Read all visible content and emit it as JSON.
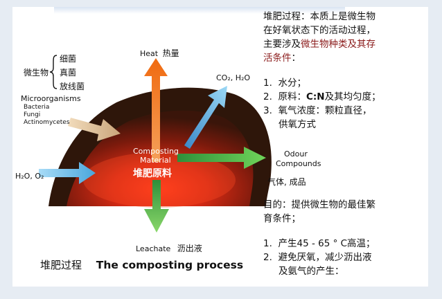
{
  "diagram": {
    "microbes_cn": {
      "label": "微生物",
      "items": [
        "细菌",
        "真菌",
        "放线菌"
      ]
    },
    "microorganisms_en": {
      "label": "Microorganisms",
      "items": [
        "Bacteria",
        "Fungi",
        "Actinomycetes"
      ]
    },
    "heat": {
      "en": "Heat",
      "cn": "热量"
    },
    "co2_h2o": "CO₂, H₂O",
    "water_oxygen": "H₂O, O₂",
    "center": {
      "en_line1": "Composting",
      "en_line2": "Material",
      "cn": "堆肥原料"
    },
    "odour": {
      "line1": "Odour",
      "line2": "Compounds"
    },
    "gas_product": "气体, 成品",
    "leachate": {
      "en": "Leachate",
      "cn": "沥出液"
    },
    "caption": {
      "cn": "堆肥过程",
      "en": "The composting process"
    }
  },
  "notes": {
    "intro_lines": [
      "堆肥过程：本质上是微生物",
      "在好氧状态下的活动过程，"
    ],
    "intro_line3_prefix": "主要涉及",
    "intro_line3_highlight": "微生物种类及其存",
    "intro_line4_highlight": "活条件",
    "intro_line4_suffix": "：",
    "conditions": [
      {
        "num": "1.",
        "text": "水分；"
      },
      {
        "num": "2.",
        "prefix": "原料：",
        "bold": "C:N",
        "suffix": "及其均匀度；"
      },
      {
        "num": "3.",
        "text": "氧气浓度：颗粒直径，",
        "continuation": "供氧方式"
      }
    ],
    "purpose_lines": [
      "目的：提供微生物的最佳繁",
      "育条件；"
    ],
    "goals": [
      {
        "num": "1.",
        "text": "产生45 - 65 ° C高温；"
      },
      {
        "num": "2.",
        "text": "避免厌氧，减少沥出液",
        "continuation": "及氨气的产生："
      }
    ]
  },
  "colors": {
    "heap_dark": "#2e160a",
    "heap_hot": "#e0301a",
    "arrow_orange": "#f07a1a",
    "arrow_blue": "#5ab4e6",
    "arrow_green": "#3ab648",
    "arrow_tan": "#e2c39a"
  }
}
